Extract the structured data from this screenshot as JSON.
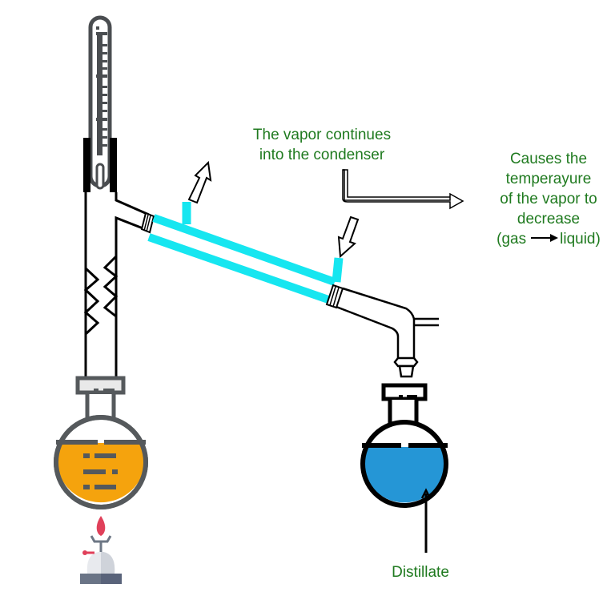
{
  "diagram": {
    "title": "Simple distillation apparatus",
    "labels": {
      "vapor_condenser": [
        "The vapor continues",
        "into the condenser"
      ],
      "causes": {
        "lines": [
          "Causes the",
          "temperayure",
          "of the vapor to",
          "decrease"
        ],
        "transition_from": "(gas",
        "transition_to": "liquid)"
      },
      "distillate": "Distillate"
    },
    "components": [
      {
        "id": "thermometer",
        "name": "Thermometer"
      },
      {
        "id": "fractionating-column",
        "name": "Fractionating column"
      },
      {
        "id": "distilling-flask",
        "name": "Distilling flask (heated liquid)"
      },
      {
        "id": "burner",
        "name": "Bunsen burner"
      },
      {
        "id": "condenser",
        "name": "Condenser (water jacket)"
      },
      {
        "id": "adapter",
        "name": "Receiver adapter"
      },
      {
        "id": "receiving-flask",
        "name": "Receiving flask (distillate)"
      }
    ],
    "colors": {
      "label_text": "#1f7a1f",
      "condenser_water": "#16e6f0",
      "heated_liquid": "#f5a30d",
      "distillate": "#2596d6",
      "flame": "#e0405a",
      "flask_outline_gray": "#55595c",
      "outline_black": "#000000"
    }
  }
}
